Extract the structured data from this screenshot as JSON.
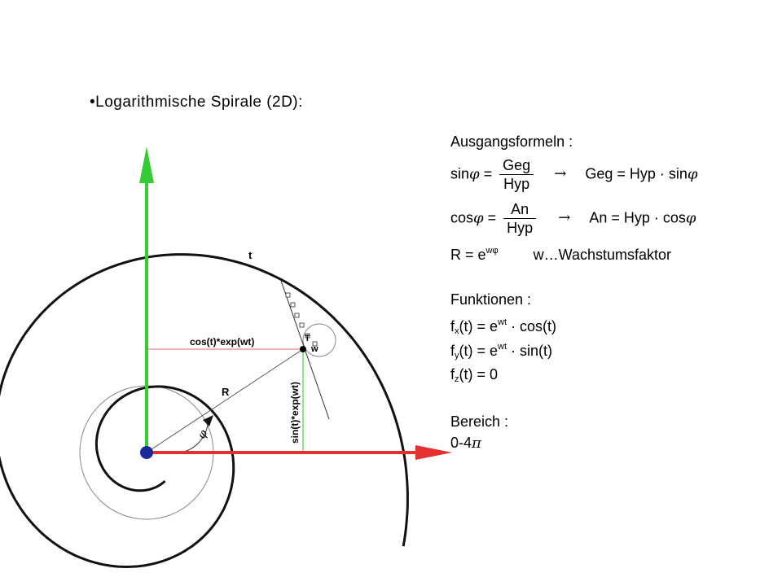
{
  "slide": {
    "bullet_title": "•Logarithmische Spirale (2D):"
  },
  "diagram": {
    "labels": {
      "t": "t",
      "cos": "cos(t)*exp(wt)",
      "sin": "sin(t)*exp(wt)",
      "R": "R",
      "phi": "φ",
      "T": "T",
      "w": "w"
    },
    "colors": {
      "y_axis": "#33cc33",
      "x_axis": "#e53030",
      "spiral": "#111111",
      "helper": "#888888",
      "origin": "#1a2a9a"
    }
  },
  "formulas": {
    "section1_title": "Ausgangsformeln :",
    "sin_lhs": "sin",
    "phi": "φ",
    "eq": "=",
    "frac1_num": "Geg",
    "frac1_den": "Hyp",
    "arrow": "→",
    "sin_rhs_1": "Geg = Hyp · sin",
    "cos_lhs": "cos",
    "frac2_num": "An",
    "frac2_den": "Hyp",
    "cos_rhs_1": "An = Hyp · cos",
    "r_lhs": "R = e",
    "r_sup": "wφ",
    "r_desc": "w…Wachstumsfaktor",
    "section2_title": "Funktionen :",
    "fx_f": "f",
    "fx_sub": "x",
    "fx_mid": "(t) = e",
    "fx_sup": "wt",
    "fx_end": " · cos(t)",
    "fy_f": "f",
    "fy_sub": "y",
    "fy_mid": "(t) = e",
    "fy_sup": "wt",
    "fy_end": " · sin(t)",
    "fz_f": "f",
    "fz_sub": "z",
    "fz_end": "(t) = 0",
    "section3_title": "Bereich :",
    "range_text": "0-4",
    "pi": "π"
  }
}
